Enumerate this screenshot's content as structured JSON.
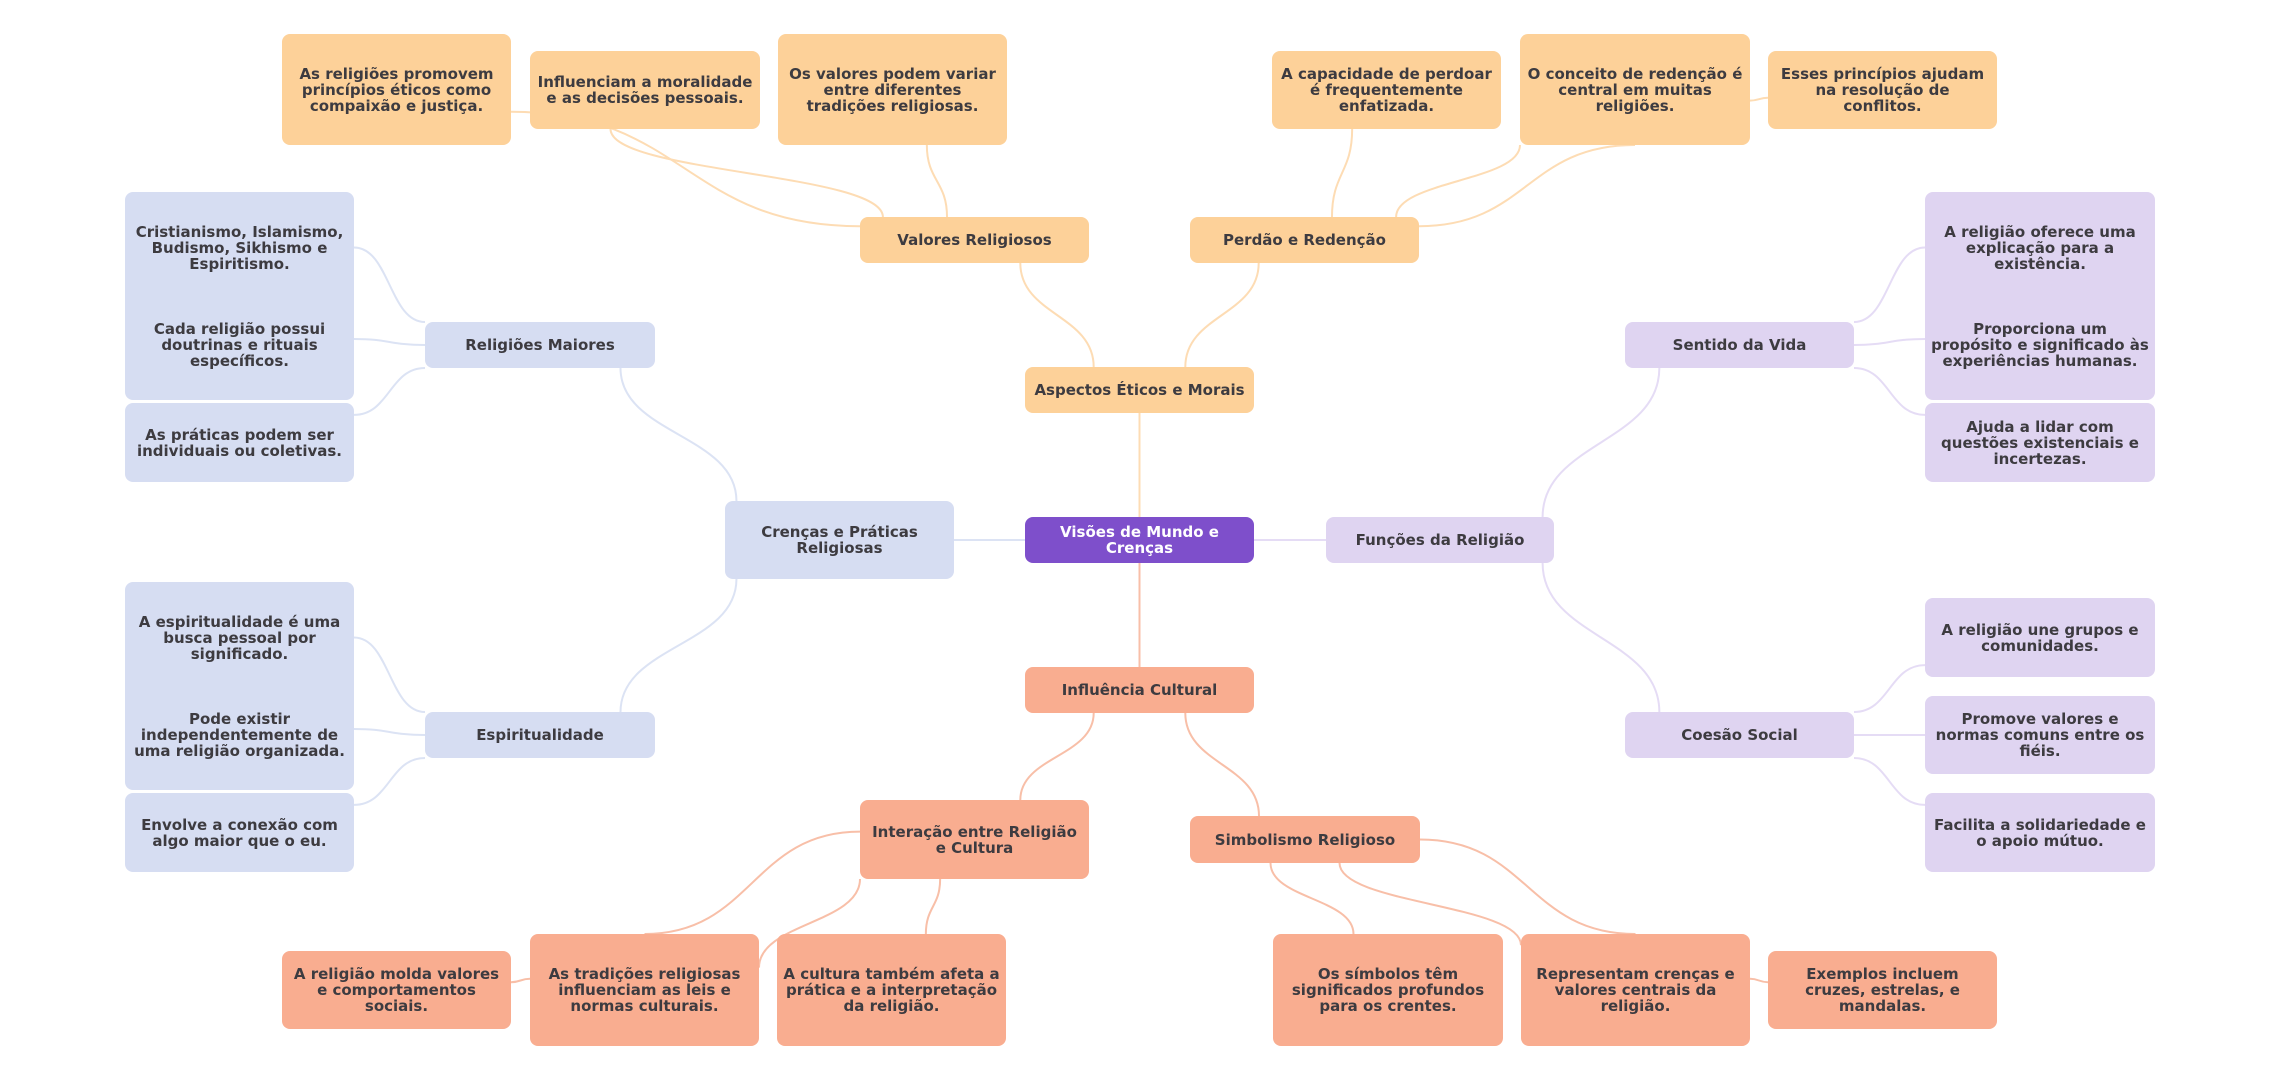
{
  "title": "Visões de Mundo e Crenças",
  "colors": {
    "root": "#7e4fcb",
    "ethics_branch": "#fdd199",
    "culture_branch": "#f9ad90",
    "beliefs_branch": "#d6ddf2",
    "functions_branch": "#dfd4f1",
    "ethics_edge": "#fddcb4",
    "culture_edge": "#f8bfa8",
    "beliefs_edge": "#dce3f4",
    "functions_edge": "#e5dcf5",
    "text": "#3d3b40"
  },
  "root": {
    "label": "Visões de Mundo e Crenças"
  },
  "branches": {
    "ethics": {
      "label": "Aspectos Éticos e Morais",
      "children": {
        "values": {
          "label": "Valores Religiosos",
          "leaves": [
            "As religiões promovem princípios éticos como compaixão e justiça.",
            "Influenciam a moralidade e as decisões pessoais.",
            "Os valores podem variar entre diferentes tradições religiosas."
          ]
        },
        "forgiveness": {
          "label": "Perdão e Redenção",
          "leaves": [
            "A capacidade de perdoar é frequentemente enfatizada.",
            "O conceito de redenção é central em muitas religiões.",
            "Esses princípios ajudam na resolução de conflitos."
          ]
        }
      }
    },
    "beliefs": {
      "label": "Crenças e Práticas Religiosas",
      "children": {
        "major": {
          "label": "Religiões Maiores",
          "leaves": [
            "Cristianismo, Islamismo, Budismo, Sikhismo e Espiritismo.",
            "Cada religião possui doutrinas e rituais específicos.",
            "As práticas podem ser individuais ou coletivas."
          ]
        },
        "spirituality": {
          "label": "Espiritualidade",
          "leaves": [
            "A espiritualidade é uma busca pessoal por significado.",
            "Pode existir independentemente de uma religião organizada.",
            "Envolve a conexão com algo maior que o eu."
          ]
        }
      }
    },
    "functions": {
      "label": "Funções da Religião",
      "children": {
        "meaning": {
          "label": "Sentido da Vida",
          "leaves": [
            "A religião oferece uma explicação para a existência.",
            "Proporciona um propósito e significado às experiências humanas.",
            "Ajuda a lidar com questões existenciais e incertezas."
          ]
        },
        "cohesion": {
          "label": "Coesão Social",
          "leaves": [
            "A religião une grupos e comunidades.",
            "Promove valores e normas comuns entre os fiéis.",
            "Facilita a solidariedade e o apoio mútuo."
          ]
        }
      }
    },
    "culture": {
      "label": "Influência Cultural",
      "children": {
        "interaction": {
          "label": "Interação entre Religião e Cultura",
          "leaves": [
            "A religião molda valores e comportamentos sociais.",
            "As tradições religiosas influenciam as leis e normas culturais.",
            "A cultura também afeta a prática e a interpretação da religião."
          ]
        },
        "symbolism": {
          "label": "Simbolismo Religioso",
          "leaves": [
            "Os símbolos têm significados profundos para os crentes.",
            "Representam crenças e valores centrais da religião.",
            "Exemplos incluem cruzes, estrelas, e mandalas."
          ]
        }
      }
    }
  }
}
